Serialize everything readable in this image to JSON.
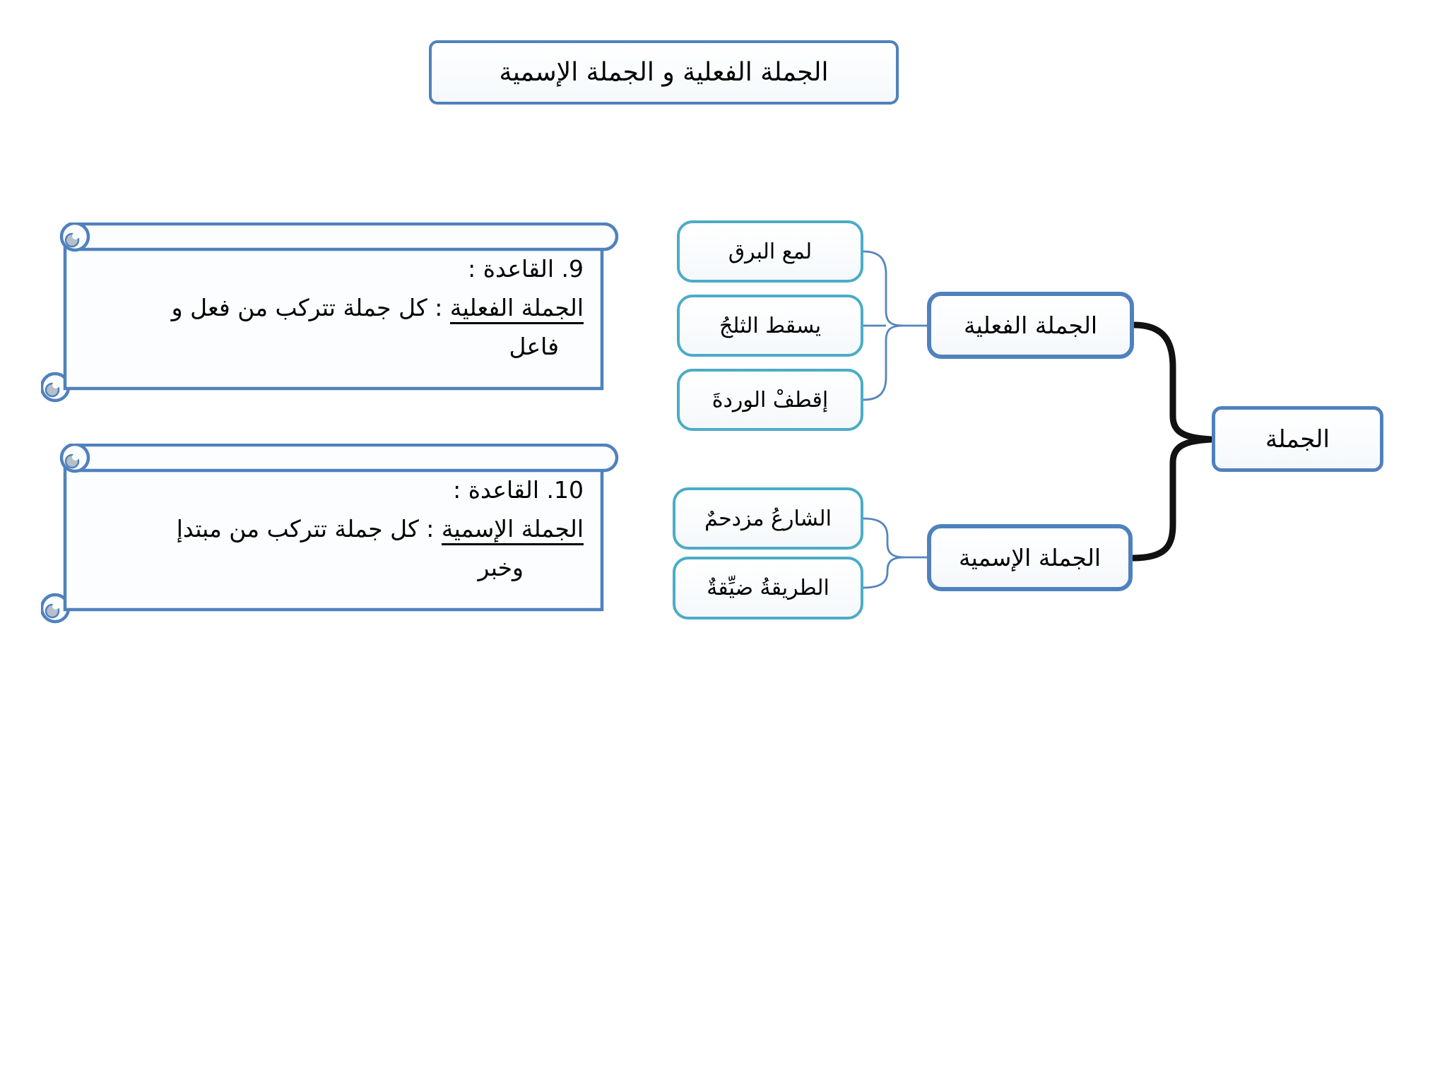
{
  "title": "الجملة الفعلية و الجملة الإسمية",
  "rules": [
    {
      "heading": "9. القاعدة :",
      "term": "الجملة الفعلية",
      "body": " : كل جملة تتركب من فعل و",
      "tail": "فاعل"
    },
    {
      "heading": "10. القاعدة :",
      "term": "الجملة الإسمية",
      "body": " : كل جملة تتركب من مبتدإ",
      "tail": "وخبر"
    }
  ],
  "diagram": {
    "root": "الجملة",
    "branches": [
      {
        "label": "الجملة الفعلية",
        "examples": [
          "لمع البرق",
          "يسقط الثلجُ",
          "إقطفْ الوردةَ"
        ]
      },
      {
        "label": "الجملة الإسمية",
        "examples": [
          "الشارعُ مزدحمٌ",
          "الطريقةُ ضيِّقةٌ"
        ]
      }
    ]
  },
  "colors": {
    "box_blue": "#4f81bd",
    "box_teal": "#4bacc6",
    "brace_black": "#111111",
    "scroll_curl_gray": "#b7bfc8"
  }
}
